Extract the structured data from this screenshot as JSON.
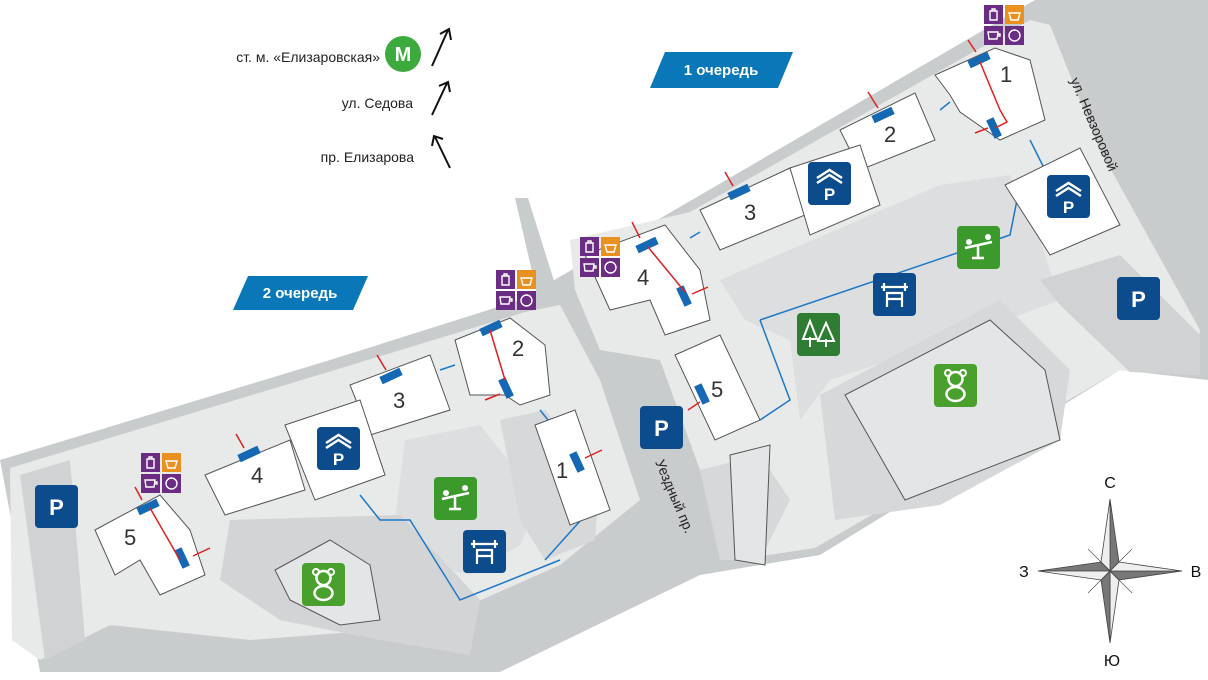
{
  "legend": {
    "metro": "ст. м. «Елизаровская»",
    "metro_logo": "М",
    "street_sedova": "ул. Седова",
    "street_elizarova": "пр. Елизарова"
  },
  "queues": {
    "first": "1 очередь",
    "second": "2 очередь"
  },
  "streets": {
    "nevzorovoy": "ул. Невзоровой",
    "uezdny": "Уездный пр."
  },
  "buildings": {
    "q1_b1": "1",
    "q1_b2": "2",
    "q1_b3": "3",
    "q1_b4": "4",
    "q1_b5": "5",
    "q2_b1": "1",
    "q2_b2": "2",
    "q2_b3": "3",
    "q2_b4": "4",
    "q2_b5": "5"
  },
  "compass": {
    "north": "С",
    "south": "Ю",
    "west": "З",
    "east": "В"
  },
  "icons": {
    "parking": "P",
    "colors": {
      "parking": "#0d4c8c",
      "green": "#3c9a2c",
      "purple": "#6b2c84",
      "orange": "#e89020",
      "queue": "#0a78b8"
    }
  }
}
